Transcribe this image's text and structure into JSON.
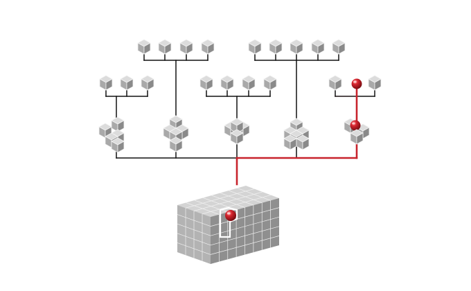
{
  "colors": {
    "background": "#ffffff",
    "cube_top": "#dcdcdc",
    "cube_left": "#a9a9a9",
    "cube_right": "#8a8a8a",
    "cube_edge": "#f4f4f4",
    "connector": "#111111",
    "highlight": "#c8232c",
    "ball": "#c8232c",
    "ball_shine": "#ffd6d6"
  },
  "icons": {
    "cube": "cube-icon",
    "ball": "red-sphere-icon",
    "assembly": "cube-assembly-icon",
    "block": "large-block-icon"
  },
  "diagram": {
    "groups": [
      {
        "assembly": "assembly-1",
        "component_count": 3,
        "highlighted": false
      },
      {
        "assembly": "assembly-2",
        "component_count": 4,
        "highlighted": false
      },
      {
        "assembly": "assembly-3",
        "component_count": 4,
        "highlighted": false
      },
      {
        "assembly": "assembly-4",
        "component_count": 5,
        "highlighted": false
      },
      {
        "assembly": "assembly-5",
        "component_count": 3,
        "highlighted": true
      }
    ]
  }
}
